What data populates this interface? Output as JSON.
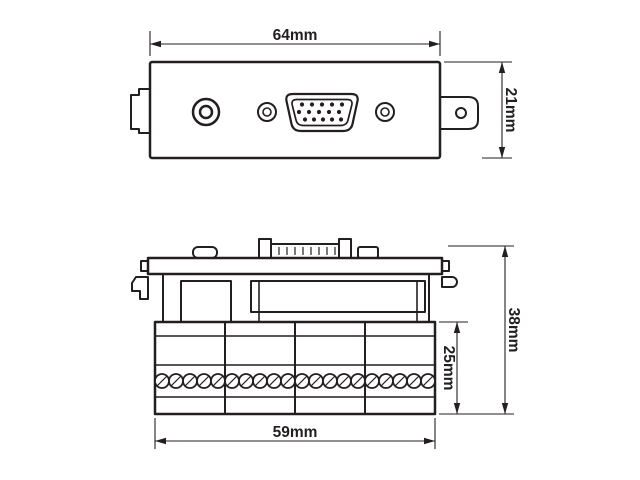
{
  "diagram": {
    "dimensions": {
      "front_width": "64mm",
      "front_height": "21mm",
      "rear_width": "59mm",
      "terminal_height": "25mm",
      "overall_height": "38mm"
    }
  }
}
